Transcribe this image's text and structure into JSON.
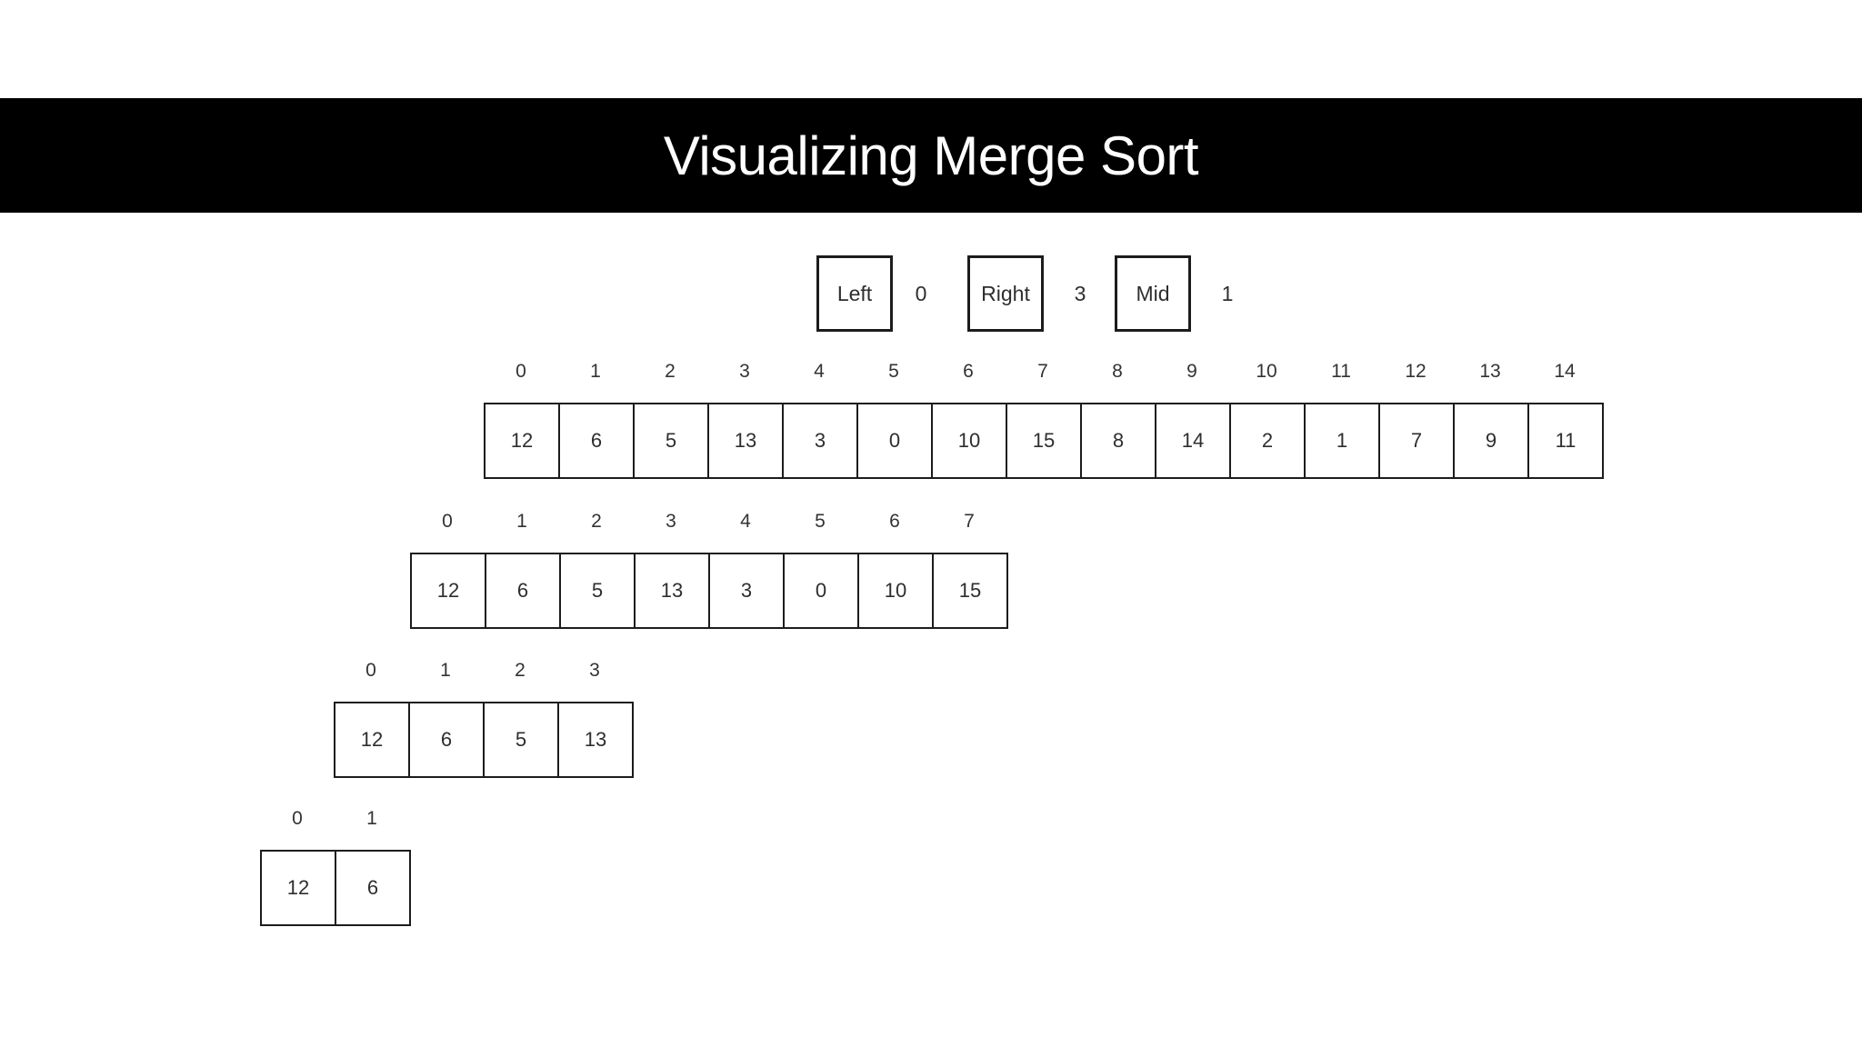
{
  "title": "Visualizing Merge Sort",
  "pointers": [
    {
      "label": "Left",
      "value": "0"
    },
    {
      "label": "Right",
      "value": "3"
    },
    {
      "label": "Mid",
      "value": "1"
    }
  ],
  "arrays": [
    {
      "indices": [
        "0",
        "1",
        "2",
        "3",
        "4",
        "5",
        "6",
        "7",
        "8",
        "9",
        "10",
        "11",
        "12",
        "13",
        "14"
      ],
      "values": [
        "12",
        "6",
        "5",
        "13",
        "3",
        "0",
        "10",
        "15",
        "8",
        "14",
        "2",
        "1",
        "7",
        "9",
        "11"
      ]
    },
    {
      "indices": [
        "0",
        "1",
        "2",
        "3",
        "4",
        "5",
        "6",
        "7"
      ],
      "values": [
        "12",
        "6",
        "5",
        "13",
        "3",
        "0",
        "10",
        "15"
      ]
    },
    {
      "indices": [
        "0",
        "1",
        "2",
        "3"
      ],
      "values": [
        "12",
        "6",
        "5",
        "13"
      ]
    },
    {
      "indices": [
        "0",
        "1"
      ],
      "values": [
        "12",
        "6"
      ]
    }
  ],
  "colors": {
    "banner_bg": "#000000",
    "banner_text": "#ffffff",
    "box_border": "#1c1c1c",
    "text": "#2e2e2e",
    "background": "#ffffff"
  }
}
